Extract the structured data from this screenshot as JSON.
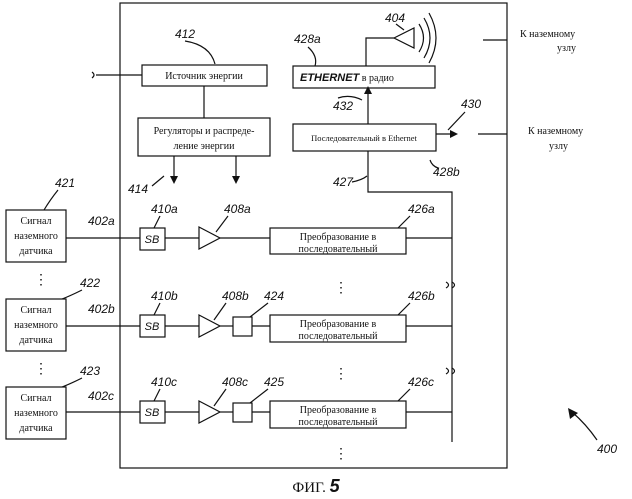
{
  "labels": {
    "source_energy": "Источник энергии",
    "regulators_1": "Регуляторы и распреде-",
    "regulators_2": "ление энергии",
    "ethernet_word": "ETHERNET",
    "ethernet_rest": " в радио",
    "serial_ethernet": "Последовательный в Ethernet",
    "to_ground_1a": "К наземному",
    "to_ground_1b": "узлу",
    "to_ground_2a": "К наземному",
    "to_ground_2b": "узлу",
    "sensor_1": "Сигнал",
    "sensor_2": "наземного",
    "sensor_3": "датчика",
    "sb": "SB",
    "conv_1": "Преобразование в",
    "conv_2": "последовательный",
    "caption_prefix": "ФИГ.",
    "caption_num": "5"
  },
  "refs": {
    "r404": "404",
    "r412": "412",
    "r428a": "428a",
    "r432": "432",
    "r430": "430",
    "r428b": "428b",
    "r427": "427",
    "r414": "414",
    "r421": "421",
    "r422": "422",
    "r423": "423",
    "r402a": "402a",
    "r402b": "402b",
    "r402c": "402c",
    "r410a": "410a",
    "r410b": "410b",
    "r410c": "410c",
    "r408a": "408a",
    "r408b": "408b",
    "r408c": "408c",
    "r424": "424",
    "r425": "425",
    "r426a": "426a",
    "r426b": "426b",
    "r426c": "426c",
    "r400": "400"
  }
}
